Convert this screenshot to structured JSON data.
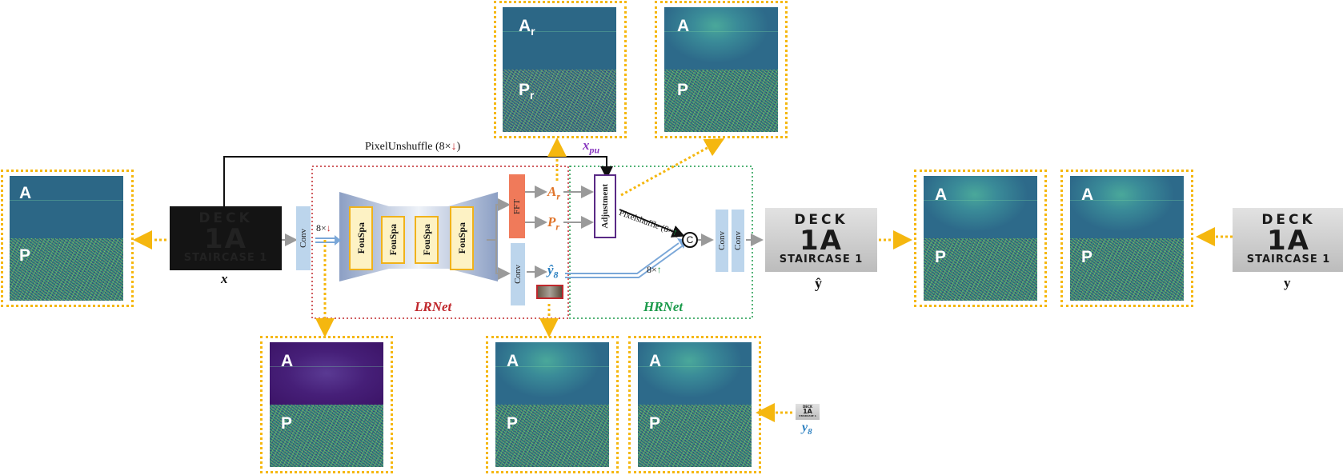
{
  "diagram": {
    "spectrum_labels": {
      "amp": "A",
      "phase": "P"
    },
    "recon_labels": {
      "amp": "A",
      "amp_sub": "r",
      "phase": "P",
      "phase_sub": "r"
    },
    "images": {
      "input": {
        "line1": "DECK",
        "line2": "1A",
        "line3": "STAIRCASE 1",
        "label": "x"
      },
      "output": {
        "line1": "DECK",
        "line2": "1A",
        "line3": "STAIRCASE 1",
        "label": "ŷ"
      },
      "target": {
        "line1": "DECK",
        "line2": "1A",
        "line3": "STAIRCASE 1",
        "label": "y"
      },
      "small_target": {
        "line1": "DECK",
        "line2": "1A",
        "line3": "STAIRCASE 1",
        "label_main": "y",
        "label_sub": "8"
      }
    },
    "blocks": {
      "conv": "Conv",
      "fouspa": [
        "FouSpa",
        "FouSpa",
        "FouSpa",
        "FouSpa"
      ],
      "fft": "FFT",
      "adjustment": "Adjustment",
      "concat": "C"
    },
    "labels": {
      "pixel_unshuffle_text": "PixelUnshuffle (8×",
      "pixel_unshuffle_arrow": "↓",
      "pixel_unshuffle_close": ")",
      "down_factor": "8×",
      "down_arrow": "↓",
      "pixel_shuffle_text": "Pixelshuffle (8×",
      "pixel_shuffle_arrow": "↑",
      "pixel_shuffle_close": ")",
      "up_factor": "8×",
      "up_arrow": "↑",
      "x_pu_main": "x",
      "x_pu_sub": "pu",
      "a_r_main": "A",
      "a_r_sub": "r",
      "p_r_main": "P",
      "p_r_sub": "r",
      "y8_main": "ŷ",
      "y8_sub": "8"
    },
    "networks": {
      "lr": "LRNet",
      "hr": "HRNet"
    },
    "colors": {
      "dotted_border": "#f5b70f",
      "lrnet": "#c0282d",
      "hrnet": "#1a9a4a",
      "fft": "#f07a5a",
      "adjustment_border": "#5a2a86",
      "xpu": "#8a3ac0",
      "accent_orange": "#e0742a",
      "y8": "#2a7fc0"
    }
  }
}
